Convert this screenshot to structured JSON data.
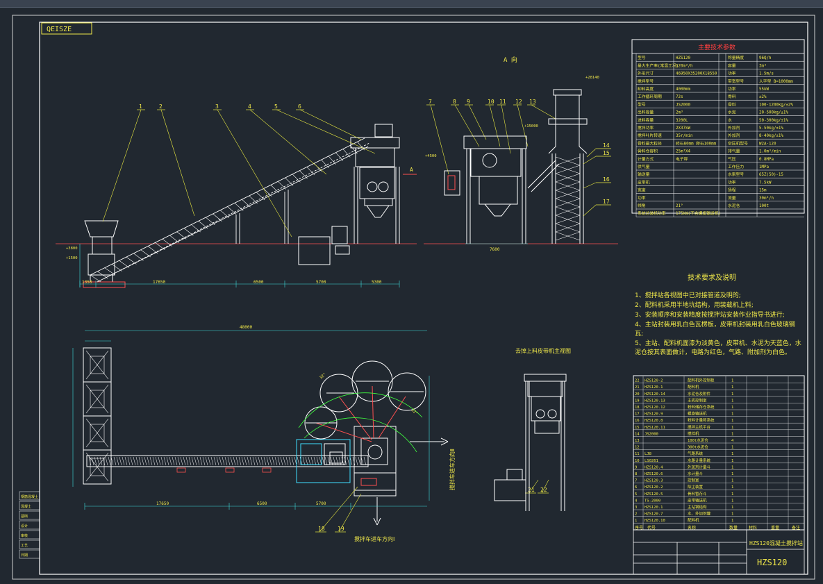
{
  "drawing_code": "QEISZE",
  "view_label_a": "A 向",
  "section_marker": "A",
  "feeder_view_title": "去掉上料皮带机主视图",
  "truck_direction_1": "搅拌车进车方向Ⅰ",
  "truck_direction_2": "搅拌车进车方向Ⅱ",
  "model": "HZS120",
  "title_block_name": "HZS120混凝土搅拌站",
  "tech_params": {
    "title": "主要技术参数",
    "rows": [
      [
        "型号",
        "HZS120",
        "称量精度",
        "96Q/h"
      ],
      [
        "最大生产率(常温工况)",
        "120m³/h",
        "容量",
        "3m³"
      ],
      [
        "外形尺寸",
        "46950X35200X18550",
        "功率",
        "1.5m/s"
      ],
      [
        "搅拌型号",
        "",
        "带宽型号",
        "人字型 B=1000mm"
      ],
      [
        "卸料高度",
        "4000mm",
        "功率",
        "55kW"
      ],
      [
        "工作循环周期",
        "72s",
        "骨料",
        "±2%"
      ],
      [
        "型号",
        "JS2000",
        "骨料",
        "100-1200kg/±2%"
      ],
      [
        "出料容量",
        "2m³",
        "水泥",
        "20-500kg/±1%"
      ],
      [
        "进料容量",
        "3200L",
        "水",
        "50-300kg/±1%"
      ],
      [
        "搅拌功率",
        "2X37kW",
        "外加剂",
        "5-50kg/±1%"
      ],
      [
        "搅拌叶片转速",
        "35r/min",
        "外加剂",
        "8-40kg/±1%"
      ],
      [
        "骨料最大粒径",
        "碎石80mm 卵石100mm",
        "空压机型号",
        "W2A-120"
      ],
      [
        "骨料仓容积",
        "25m³X4",
        "排气量",
        "1.0m³/min"
      ],
      [
        "计量方式",
        "电子秤",
        "气压",
        "0.8MPa"
      ],
      [
        "供气量",
        "",
        "工作压力",
        "1MPa"
      ],
      [
        "输送量",
        "",
        "水泵型号",
        "65Z(50)-15"
      ],
      [
        "皮带机",
        "",
        "功率",
        "7.5kW"
      ],
      [
        "宽度",
        "",
        "扬程",
        "15m"
      ],
      [
        "功率",
        "",
        "流量",
        "30m³/h"
      ],
      [
        "倾角",
        "21°",
        "水泥仓",
        "100t"
      ],
      [
        "系统总装机功率",
        "175kW(不含螺旋输送机)",
        "",
        ""
      ]
    ]
  },
  "tech_notes": {
    "title": "技术要求及说明",
    "items": [
      "1、搅拌站各视图中已对接管道及明的;",
      "2、配料机采用半地坑结构，用装载机上料;",
      "3、安装顺序和安装精度按搅拌站安装作业指导书进行;",
      "4、主站封装用乳白色瓦楞板，皮带机封装用乳白色玻璃钢瓦;",
      "5、主站、配料机面漆为淡黄色，皮带机、水泥为天蓝色，水泥仓按其表面做计，电路为红色，气路、附加剂为白色。"
    ]
  },
  "parts_table": {
    "header": [
      "序号",
      "代号",
      "名称",
      "数量",
      "材料",
      "重量",
      "备注"
    ],
    "rows": [
      [
        "22",
        "HZS120-2",
        "配料机外控制柜",
        "1",
        ""
      ],
      [
        "21",
        "HZS120-1",
        "配料机",
        "1",
        ""
      ],
      [
        "20",
        "HZS120.14",
        "水泥仓及附件",
        "1",
        ""
      ],
      [
        "19",
        "HZS120.13",
        "主机控制室",
        "1",
        ""
      ],
      [
        "18",
        "HZS120.12",
        "粉料储存仓系统",
        "1",
        ""
      ],
      [
        "17",
        "HZS120.9",
        "螺旋输送机",
        "1",
        ""
      ],
      [
        "16",
        "HZS120.8",
        "粉料计量称系统",
        "1",
        ""
      ],
      [
        "15",
        "HZS120.11",
        "搅拌主机平台",
        "1",
        ""
      ],
      [
        "14",
        "JS2000",
        "搅拌机",
        "1",
        ""
      ],
      [
        "13",
        "",
        "100t水泥仓",
        "4",
        ""
      ],
      [
        "12",
        "",
        "300t水泥仓",
        "1",
        ""
      ],
      [
        "11",
        "LJ8",
        "气路系统",
        "1",
        ""
      ],
      [
        "10",
        "LS0261",
        "水路计量系统",
        "1",
        ""
      ],
      [
        "9",
        "HZS120.4",
        "外加剂计量斗",
        "1",
        ""
      ],
      [
        "8",
        "HZS120.6",
        "水计量斗",
        "1",
        ""
      ],
      [
        "7",
        "HZS120.3",
        "控制室",
        "1",
        ""
      ],
      [
        "6",
        "HZS120.2",
        "除尘装置",
        "1",
        ""
      ],
      [
        "5",
        "HZS120.5",
        "骨料暂存斗",
        "1",
        ""
      ],
      [
        "4",
        "TS-2000",
        "皮带输送机",
        "1",
        ""
      ],
      [
        "3",
        "HZS120.1",
        "主站钢结构",
        "1",
        ""
      ],
      [
        "2",
        "HZS120.7",
        "水、外加剂罐",
        "1",
        ""
      ],
      [
        "1",
        "HZS120.10",
        "配料机",
        "1",
        ""
      ]
    ]
  },
  "side_labels": [
    "钢筋混凝土",
    "混凝土",
    "基础",
    "设计",
    "审核",
    "工艺",
    "日期"
  ],
  "dimensions": {
    "elev_bottom": [
      "1350",
      "17650",
      "6500",
      "5700",
      "5300"
    ],
    "plan_top": "48000",
    "plan_bottom": [
      "17650",
      "6500",
      "5700"
    ],
    "end_view": "7600",
    "heights": [
      "+28140",
      "+15000",
      "+4500",
      "+3800",
      "+1500"
    ]
  },
  "callouts_top": [
    "1",
    "2",
    "3",
    "4",
    "5",
    "6",
    "7",
    "8",
    "9",
    "10",
    "11",
    "12",
    "13"
  ],
  "callouts_right": [
    "14",
    "15",
    "16",
    "17"
  ],
  "callouts_bottom": [
    "18",
    "19",
    "21",
    "22"
  ],
  "colors": {
    "background": "#212830",
    "frame": "#e8e8e8",
    "text": "#f0e84a",
    "callout": "#e8e840",
    "structure": "#ffffff",
    "dimension": "#40e0e0",
    "steel": "#ff5050",
    "accent_green": "#40ff40",
    "magenta": "#ff40ff",
    "cyan": "#40e0ff"
  }
}
